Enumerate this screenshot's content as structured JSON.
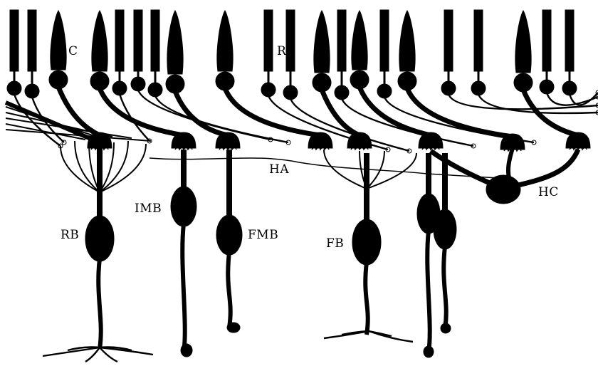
{
  "diagram": {
    "labels": {
      "cone": "C",
      "rod": "R",
      "horizontal_axon": "HA",
      "invaginating_midget_bipolar": "IMB",
      "rod_bipolar": "RB",
      "flat_midget_bipolar": "FMB",
      "flat_bipolar": "FB",
      "horizontal_cell": "HC"
    },
    "ink_color": "#000000",
    "background_color": "#ffffff"
  }
}
